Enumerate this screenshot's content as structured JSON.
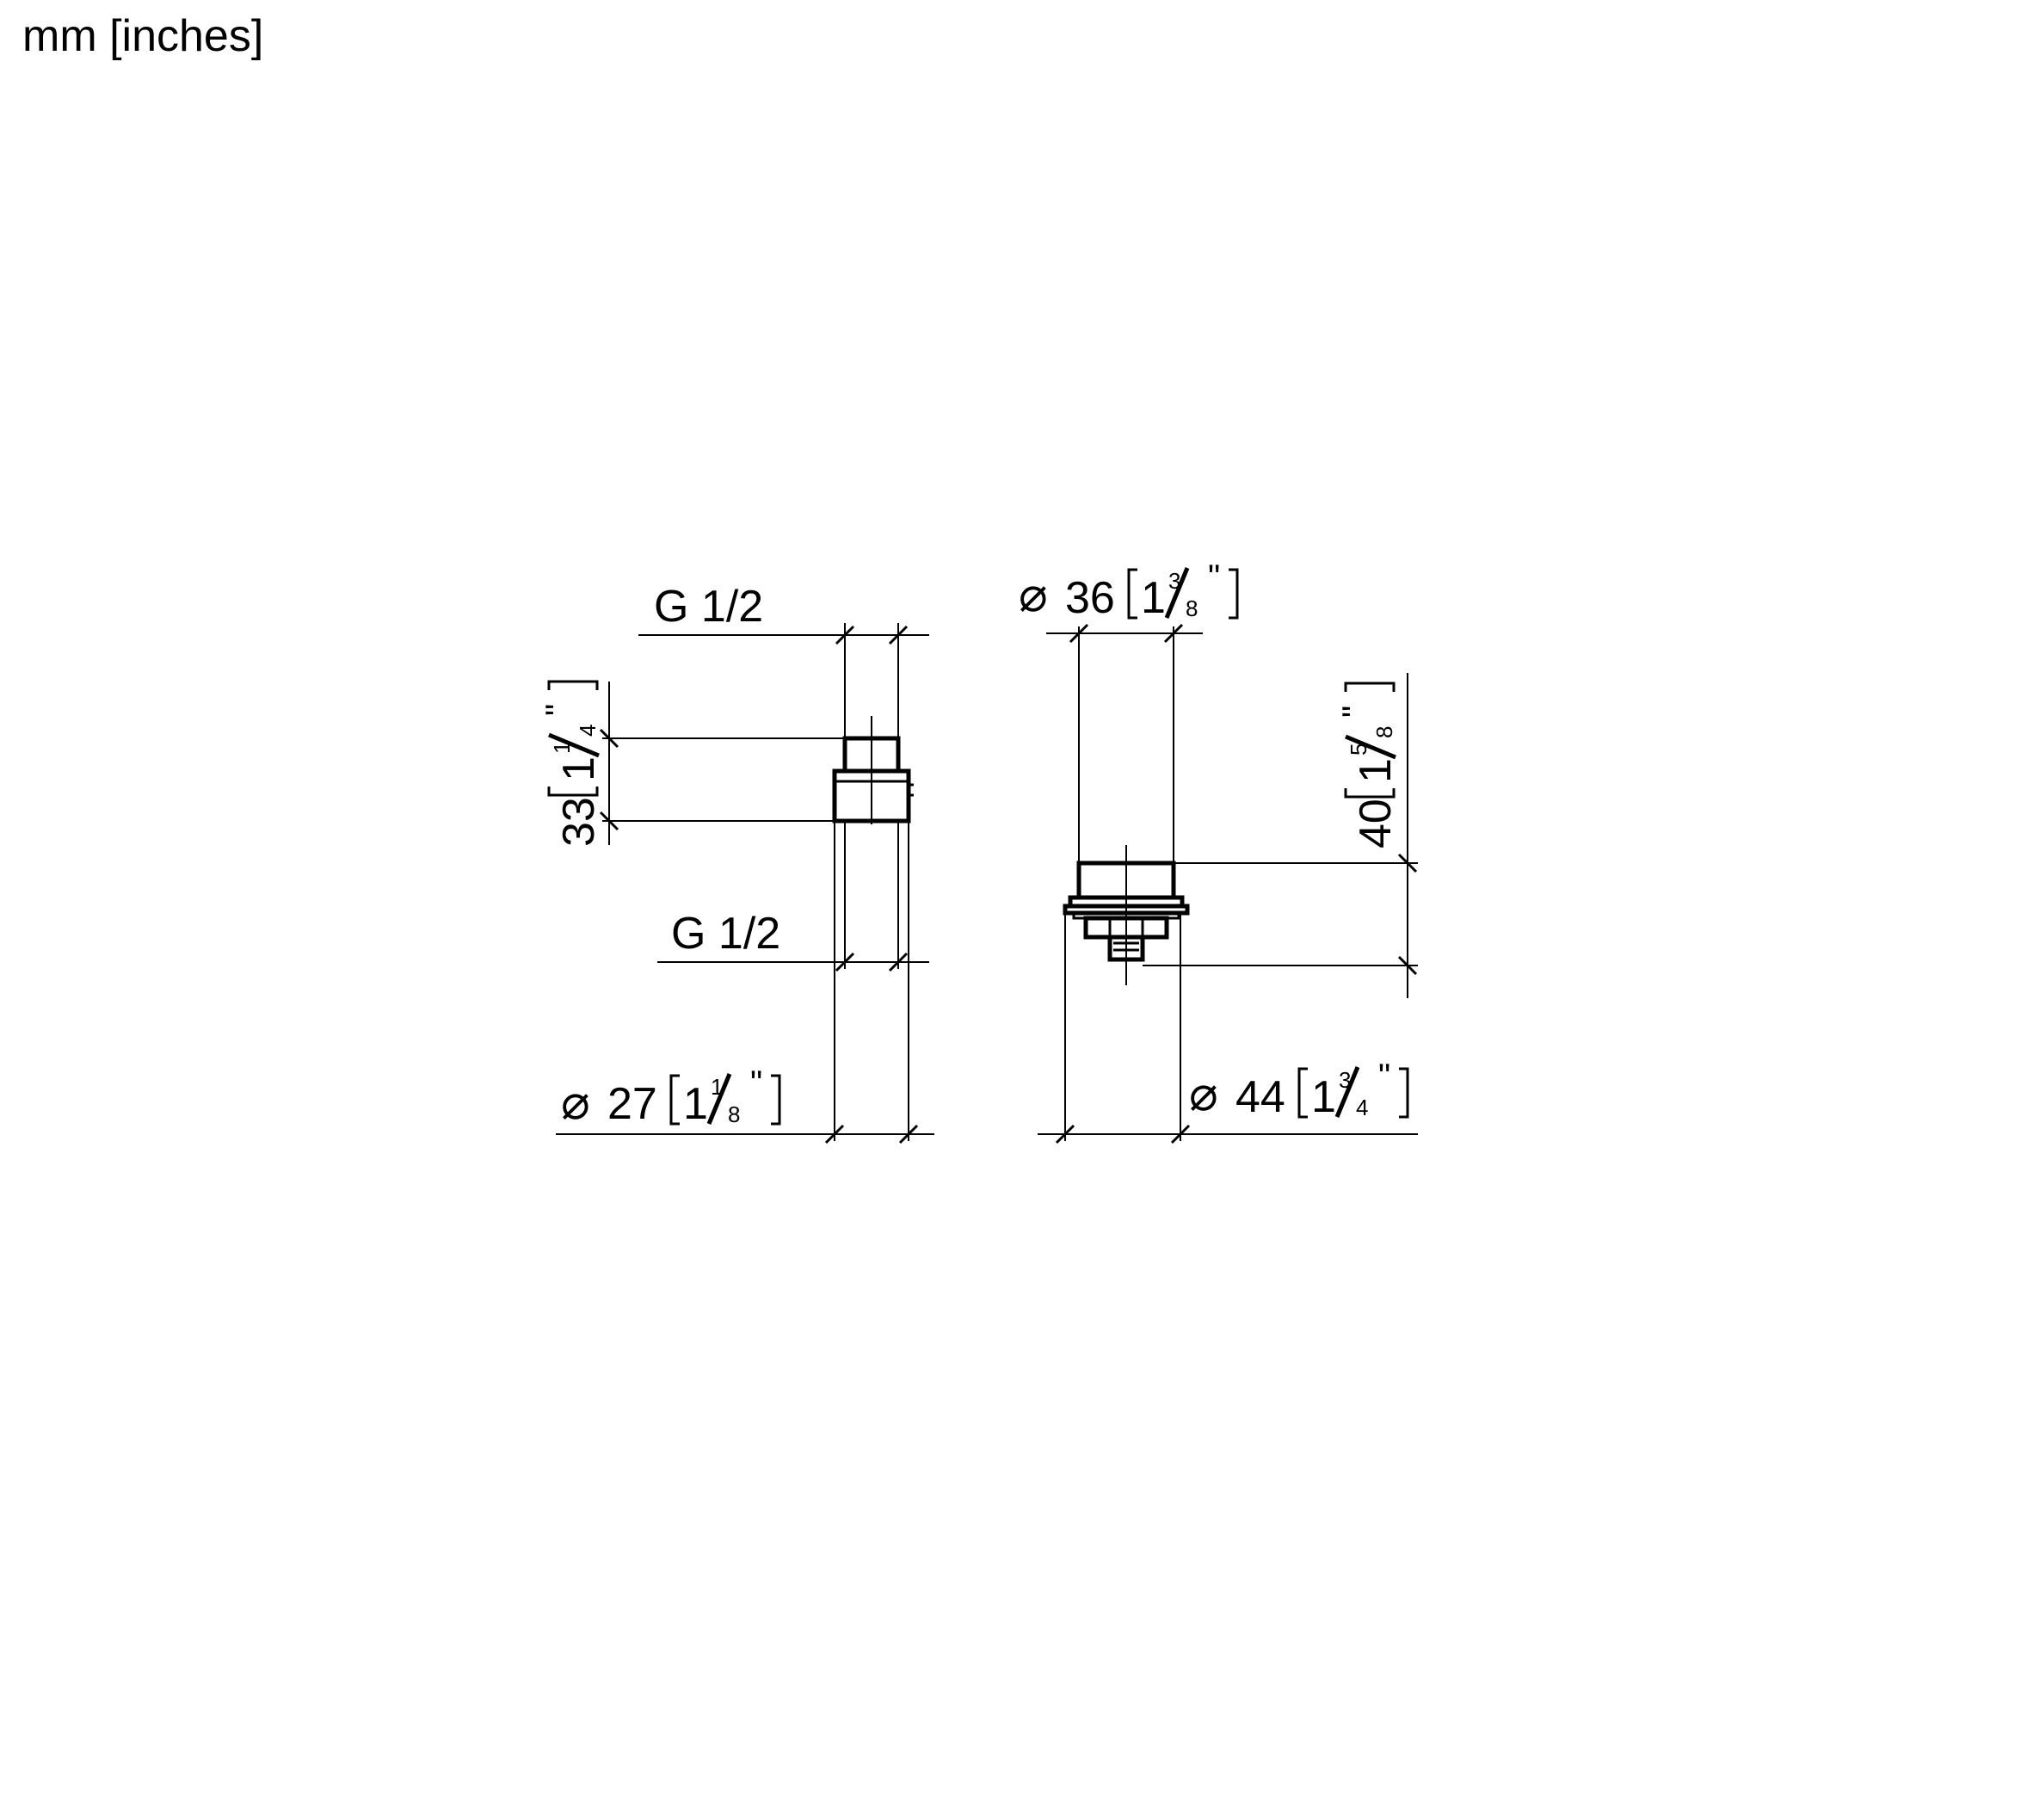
{
  "header": {
    "units": "mm [inches]"
  },
  "side_view": {
    "thread_top": "G 1/2",
    "thread_bottom": "G 1/2",
    "height_mm": "33",
    "height_in_whole": "1",
    "height_in_num": "1",
    "height_in_den": "4",
    "diameter_mm": "27",
    "diameter_in_whole": "1",
    "diameter_in_num": "1",
    "diameter_in_den": "8"
  },
  "front_view": {
    "top_diameter_mm": "36",
    "top_diameter_in_whole": "1",
    "top_diameter_in_num": "3",
    "top_diameter_in_den": "8",
    "height_mm": "40",
    "height_in_whole": "1",
    "height_in_num": "5",
    "height_in_den": "8",
    "bottom_diameter_mm": "44",
    "bottom_diameter_in_whole": "1",
    "bottom_diameter_in_num": "3",
    "bottom_diameter_in_den": "4"
  },
  "symbols": {
    "diameter": "⌀",
    "inch_mark": "\""
  }
}
